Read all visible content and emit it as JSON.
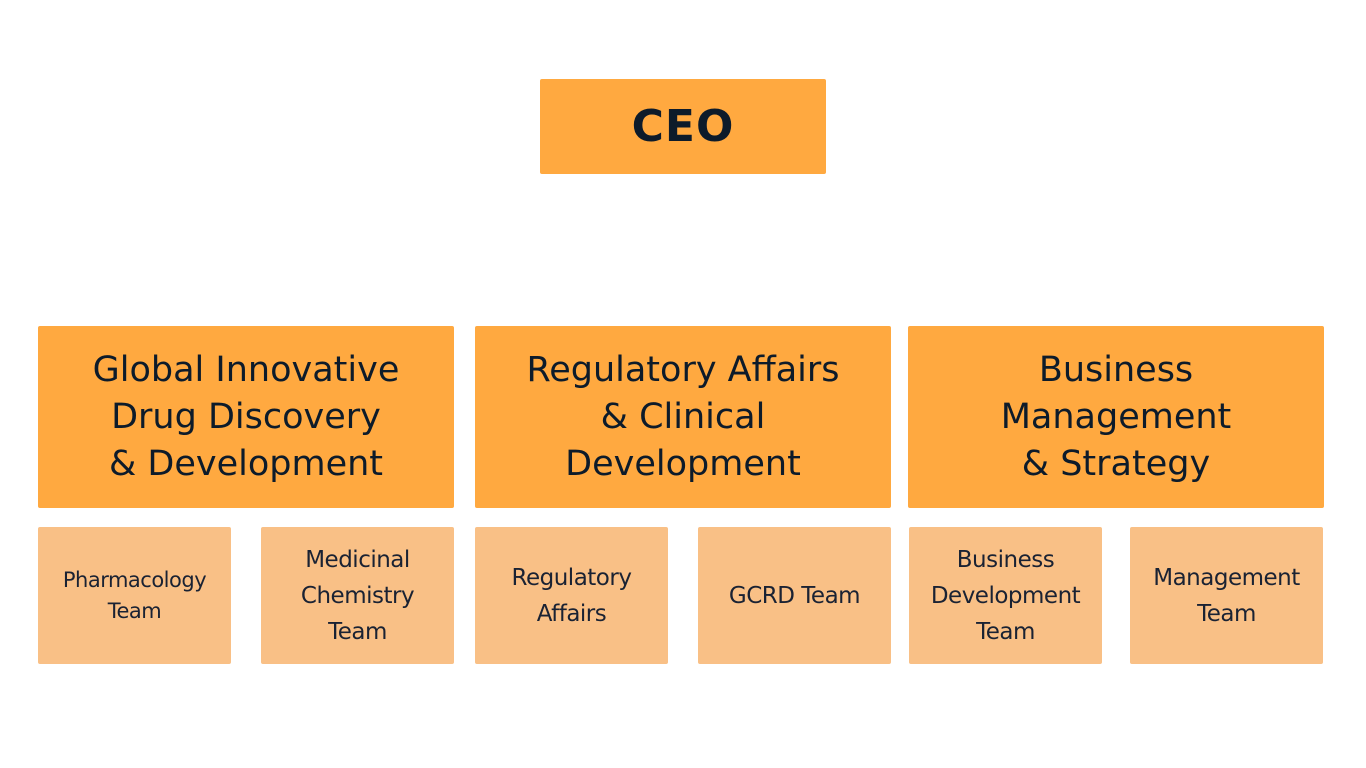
{
  "ceo": {
    "label": "CEO"
  },
  "divisions": [
    {
      "label": "Global Innovative\nDrug Discovery\n& Development"
    },
    {
      "label": "Regulatory Affairs\n& Clinical\nDevelopment"
    },
    {
      "label": "Business\nManagement\n& Strategy"
    }
  ],
  "teams": [
    {
      "label": "Pharmacology\nTeam"
    },
    {
      "label": "Medicinal\nChemistry\nTeam"
    },
    {
      "label": "Regulatory\nAffairs"
    },
    {
      "label": "GCRD Team"
    },
    {
      "label": "Business\nDevelopment\nTeam"
    },
    {
      "label": "Management\nTeam"
    }
  ],
  "colors": {
    "primary": "#ffa940",
    "secondary": "#f9c086",
    "text": "#0d1b2a"
  }
}
